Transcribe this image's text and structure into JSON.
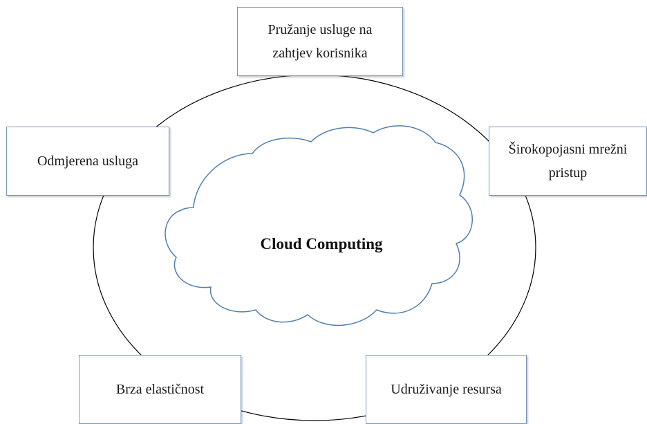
{
  "center": {
    "label": "Cloud Computing"
  },
  "characteristics": [
    {
      "id": "top",
      "label": "Pružanje usluge na\nzahtjev korisnika"
    },
    {
      "id": "right",
      "label": "Širokopojasni mrežni\npristup"
    },
    {
      "id": "bottom-right",
      "label": "Udruživanje resursa"
    },
    {
      "id": "bottom-left",
      "label": "Brza elastičnost"
    },
    {
      "id": "left",
      "label": "Odmjerena usluga"
    }
  ],
  "colors": {
    "box_border": "#7a96b8",
    "cloud_outline": "#4f7fae",
    "circle_stroke": "#000000"
  }
}
